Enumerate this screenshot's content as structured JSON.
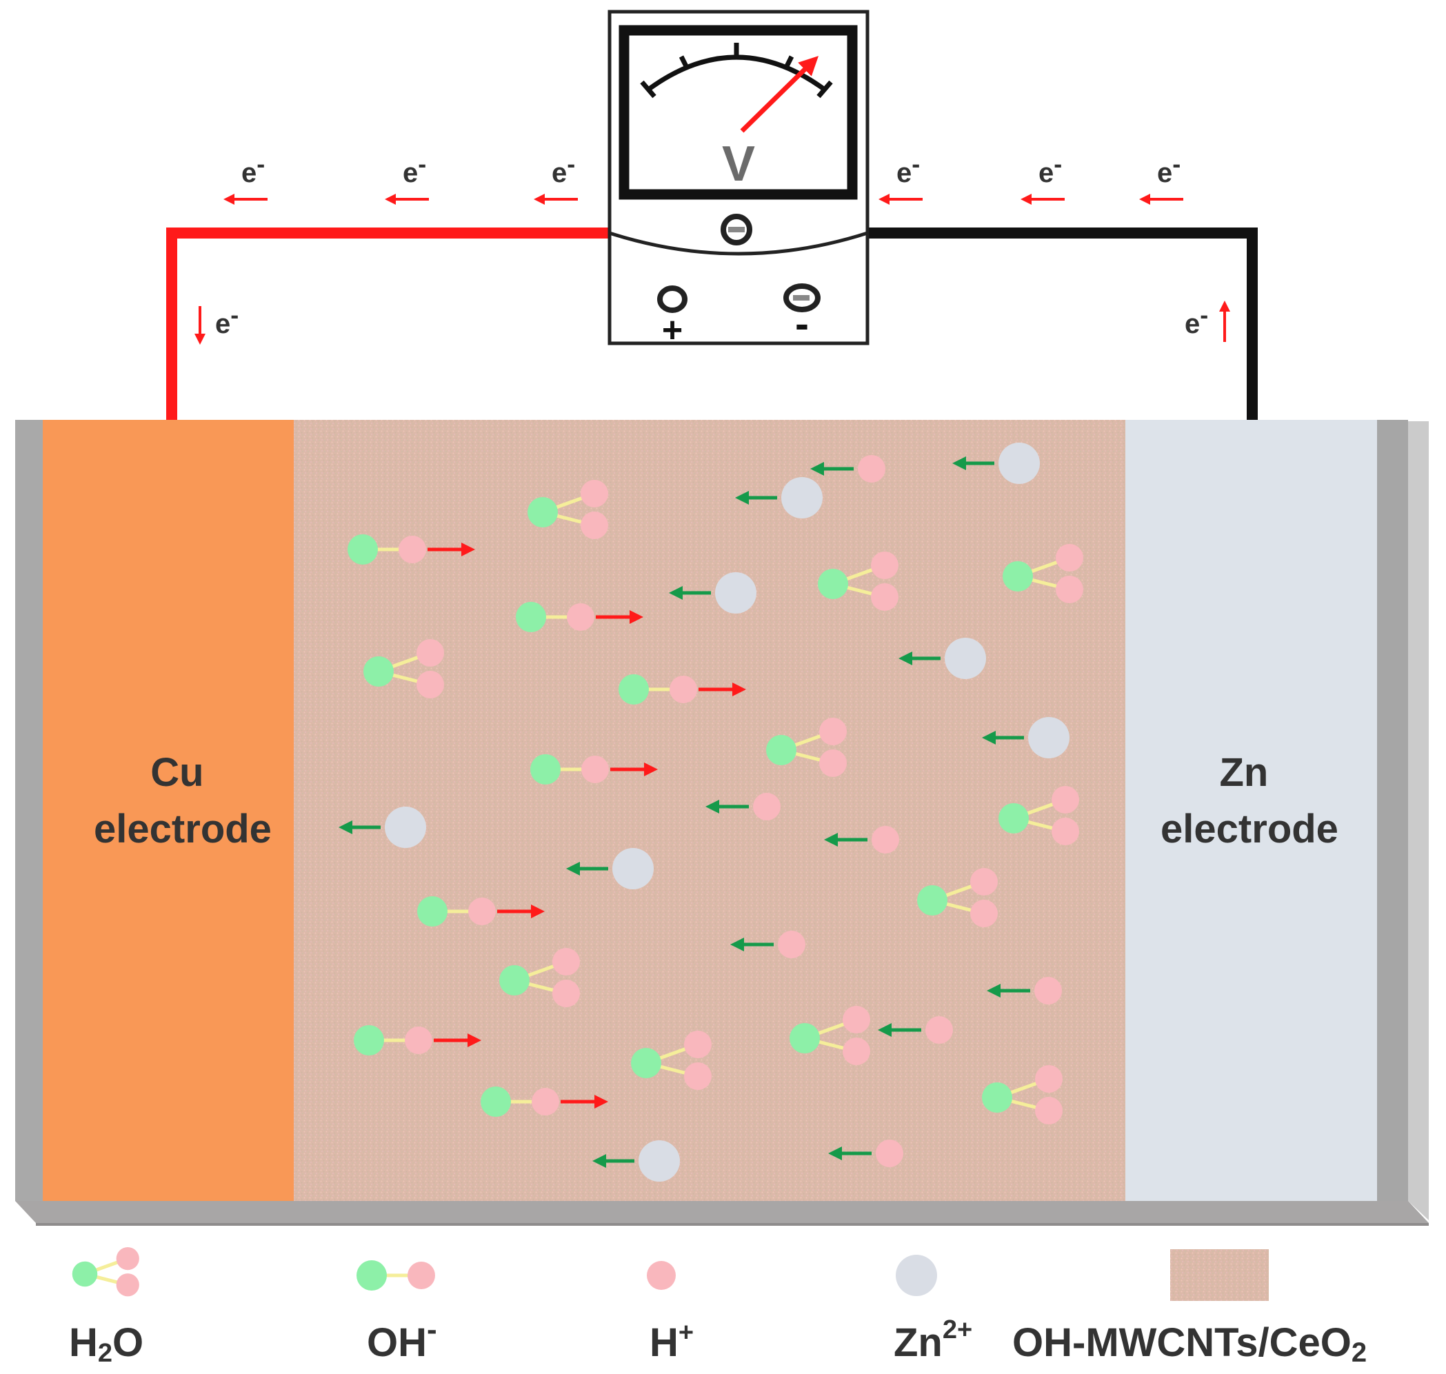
{
  "meter": {
    "symbol": "V",
    "positive_sign": "+",
    "negative_sign": "-"
  },
  "electron": {
    "base": "e",
    "charge": "-"
  },
  "electrodes": {
    "cu": {
      "line1": "Cu",
      "line2": "electrode"
    },
    "zn": {
      "line1": "Zn",
      "line2": "electrode"
    }
  },
  "legend": {
    "h2o": {
      "base": "H",
      "sub": "2",
      "rest": "O"
    },
    "oh": {
      "base": "OH",
      "charge": "-"
    },
    "h": {
      "base": "H",
      "charge": "+"
    },
    "zn": {
      "base": "Zn",
      "charge": "2+"
    },
    "composite": {
      "base": "OH-MWCNTs/CeO",
      "sub": "2"
    }
  },
  "colors": {
    "wire_positive": "#ff1a1a",
    "wire_negative": "#111111",
    "cu_electrode": "#f99856",
    "zn_electrode": "#dde3ea",
    "electrolyte": "#dcb8a8",
    "oxygen_atom": "#8df0a8",
    "hydrogen_atom": "#f9b7bd",
    "bond": "#f5ee9a",
    "zinc_ion": "#d9dde5",
    "ion_arrow_left": "#159a4a",
    "oh_arrow_right": "#ff1a1a"
  }
}
